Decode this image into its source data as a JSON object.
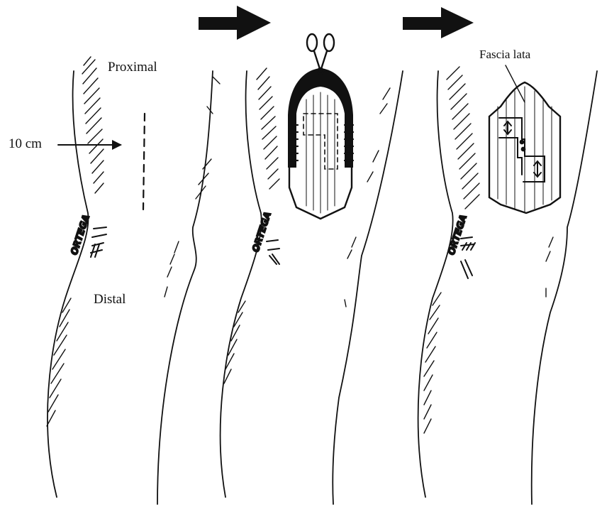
{
  "labels": {
    "proximal": "Proximal",
    "distal": "Distal",
    "measure": "10 cm",
    "fascia": "Fascia lata"
  },
  "skin_marking": "ORTEGA",
  "icons": {
    "step_arrows": "right-arrow-icon",
    "tool": "scissors-icon"
  },
  "colors": {
    "ink": "#111111",
    "background": "#ffffff"
  }
}
